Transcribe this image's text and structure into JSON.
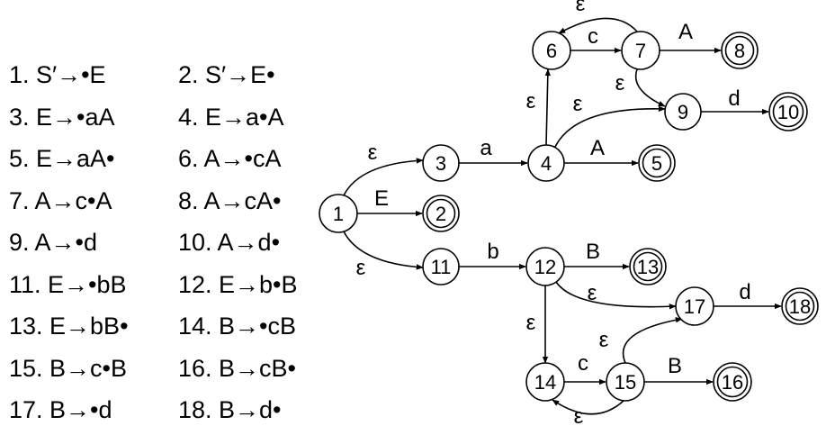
{
  "items": [
    {
      "num": "1.",
      "text": "S′→•E"
    },
    {
      "num": "2.",
      "text": "S′→E•"
    },
    {
      "num": "3.",
      "text": "E→•aA"
    },
    {
      "num": "4.",
      "text": "E→a•A"
    },
    {
      "num": "5.",
      "text": "E→aA•"
    },
    {
      "num": "6.",
      "text": "A→•cA"
    },
    {
      "num": "7.",
      "text": "A→c•A"
    },
    {
      "num": "8.",
      "text": "A→cA•"
    },
    {
      "num": "9.",
      "text": "A→•d"
    },
    {
      "num": "10.",
      "text": "A→d•"
    },
    {
      "num": "11.",
      "text": "E→•bB"
    },
    {
      "num": "12.",
      "text": "E→b•B"
    },
    {
      "num": "13.",
      "text": "E→bB•"
    },
    {
      "num": "14.",
      "text": "B→•cB"
    },
    {
      "num": "15.",
      "text": "B→c•B"
    },
    {
      "num": "16.",
      "text": "B→cB•"
    },
    {
      "num": "17.",
      "text": "B→•d"
    },
    {
      "num": "18.",
      "text": "B→d•"
    }
  ],
  "nfa": {
    "states": [
      {
        "id": "1",
        "accepting": false
      },
      {
        "id": "2",
        "accepting": true
      },
      {
        "id": "3",
        "accepting": false
      },
      {
        "id": "4",
        "accepting": false
      },
      {
        "id": "5",
        "accepting": true
      },
      {
        "id": "6",
        "accepting": false
      },
      {
        "id": "7",
        "accepting": false
      },
      {
        "id": "8",
        "accepting": true
      },
      {
        "id": "9",
        "accepting": false
      },
      {
        "id": "10",
        "accepting": true
      },
      {
        "id": "11",
        "accepting": false
      },
      {
        "id": "12",
        "accepting": false
      },
      {
        "id": "13",
        "accepting": true
      },
      {
        "id": "14",
        "accepting": false
      },
      {
        "id": "15",
        "accepting": false
      },
      {
        "id": "16",
        "accepting": true
      },
      {
        "id": "17",
        "accepting": false
      },
      {
        "id": "18",
        "accepting": true
      }
    ],
    "transitions": [
      {
        "from": "1",
        "to": "3",
        "label": "ε"
      },
      {
        "from": "1",
        "to": "2",
        "label": "E"
      },
      {
        "from": "1",
        "to": "11",
        "label": "ε"
      },
      {
        "from": "3",
        "to": "4",
        "label": "a"
      },
      {
        "from": "4",
        "to": "5",
        "label": "A"
      },
      {
        "from": "4",
        "to": "6",
        "label": "ε"
      },
      {
        "from": "4",
        "to": "9",
        "label": "ε"
      },
      {
        "from": "6",
        "to": "7",
        "label": "c"
      },
      {
        "from": "7",
        "to": "6",
        "label": "ε"
      },
      {
        "from": "7",
        "to": "8",
        "label": "A"
      },
      {
        "from": "7",
        "to": "9",
        "label": "ε"
      },
      {
        "from": "9",
        "to": "10",
        "label": "d"
      },
      {
        "from": "11",
        "to": "12",
        "label": "b"
      },
      {
        "from": "12",
        "to": "13",
        "label": "B"
      },
      {
        "from": "12",
        "to": "17",
        "label": "ε"
      },
      {
        "from": "12",
        "to": "14",
        "label": "ε"
      },
      {
        "from": "14",
        "to": "15",
        "label": "c"
      },
      {
        "from": "15",
        "to": "14",
        "label": "ε"
      },
      {
        "from": "15",
        "to": "16",
        "label": "B"
      },
      {
        "from": "15",
        "to": "17",
        "label": "ε"
      },
      {
        "from": "17",
        "to": "18",
        "label": "d"
      }
    ]
  }
}
